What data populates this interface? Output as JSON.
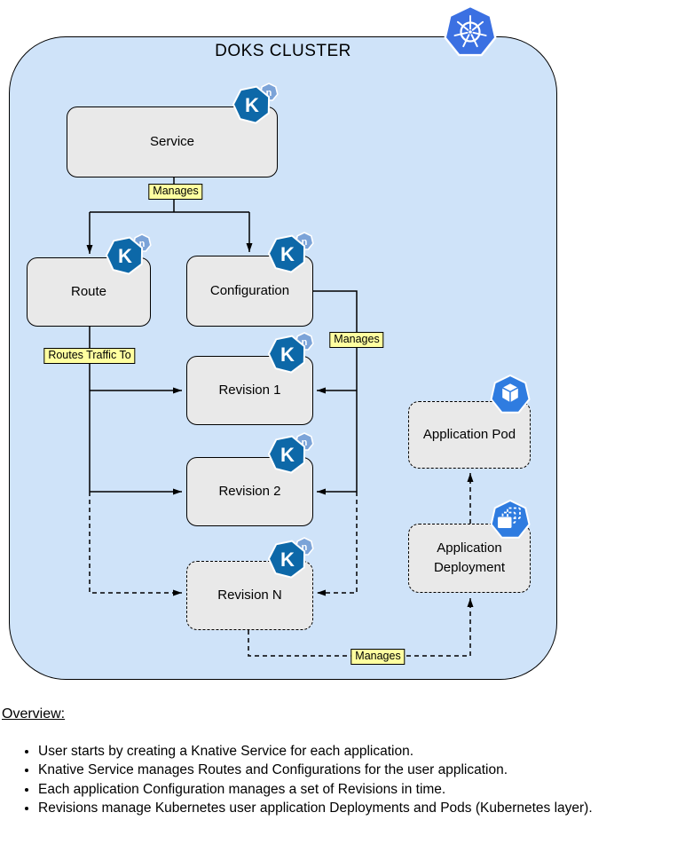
{
  "cluster": {
    "title": "DOKS CLUSTER"
  },
  "nodes": {
    "service": {
      "label": "Service",
      "badge": "knative"
    },
    "route": {
      "label": "Route",
      "badge": "knative"
    },
    "configuration": {
      "label": "Configuration",
      "badge": "knative"
    },
    "revision1": {
      "label": "Revision 1",
      "badge": "knative"
    },
    "revision2": {
      "label": "Revision 2",
      "badge": "knative"
    },
    "revisionN": {
      "label": "Revision N",
      "badge": "knative"
    },
    "app_pod": {
      "label": "Application Pod",
      "badge": "kubernetes-pod"
    },
    "app_deployment": {
      "label": "Application Deployment",
      "badge": "kubernetes-deployment"
    }
  },
  "edge_labels": {
    "service_manages": "Manages",
    "routes_traffic_to": "Routes Traffic To",
    "configuration_manages": "Manages",
    "revision_manages": "Manages"
  },
  "icons": {
    "cluster_logo": "kubernetes-icon",
    "knative_letter": "K",
    "knative_sub_letter": "n",
    "pod_icon": "pod-cube-icon",
    "deployment_icon": "deployment-stack-icon"
  },
  "colors": {
    "cluster_fill": "#cfe3f9",
    "node_fill": "#e9e9e9",
    "edge_label_fill": "#ffffa0",
    "knative_blue": "#0d68a8",
    "knative_badge_blue": "#7ba3d8",
    "kubernetes_blue": "#3b70e2",
    "resource_icon_blue": "#2f7ce0"
  },
  "overview": {
    "heading": "Overview:",
    "bullets": [
      "User starts by creating a Knative Service for each application.",
      "Knative Service manages Routes and Configurations for the user application.",
      "Each application Configuration manages a set of Revisions in time.",
      "Revisions manage Kubernetes user application Deployments and Pods (Kubernetes layer)."
    ]
  }
}
